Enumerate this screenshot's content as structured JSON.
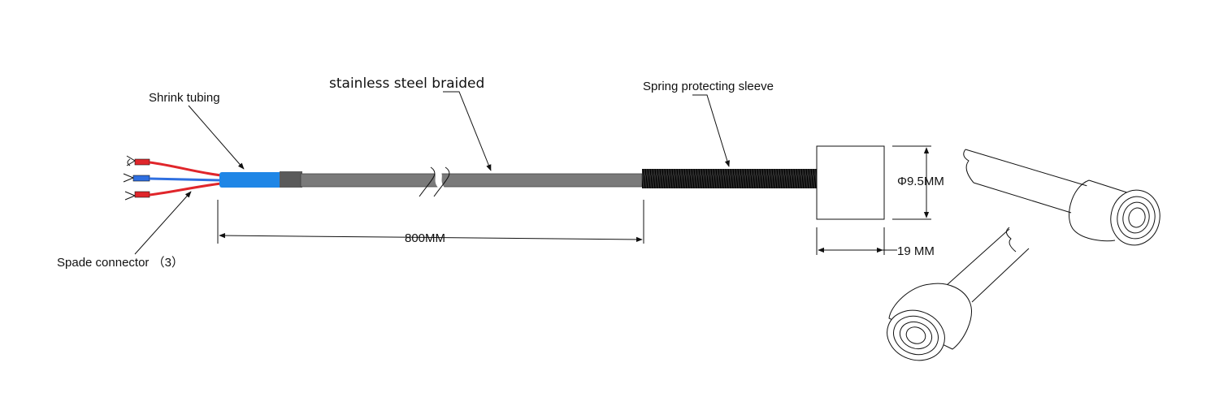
{
  "labels": {
    "shrink_tubing": "Shrink tubing",
    "braided": "stainless steel braided",
    "spring_sleeve": "Spring protecting sleeve",
    "spade_connector": "Spade connector （3）"
  },
  "dimensions": {
    "cable_length": "800MM",
    "probe_diameter": "Φ9.5MM",
    "probe_length": "19 MM"
  },
  "colors": {
    "cable": "#7a7a7a",
    "shrink_tube": "#1f86e6",
    "wire_red": "#e0262b",
    "wire_blue": "#2f6fe0",
    "spring": "#1a1a1a"
  }
}
